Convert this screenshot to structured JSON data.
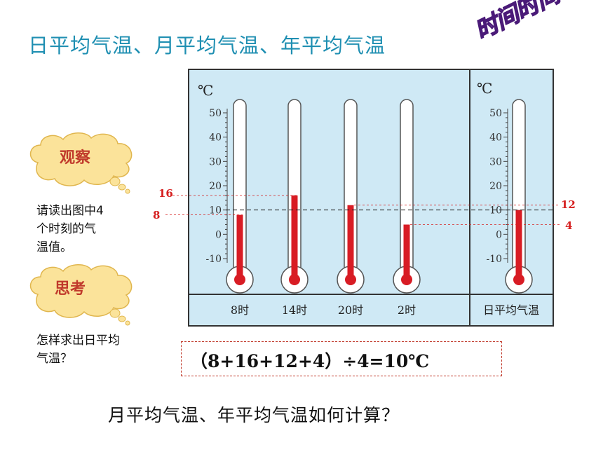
{
  "title": "日平均气温、月平均气温、年平均气温",
  "stamp": "时间时间",
  "clouds": [
    {
      "label": "观察"
    },
    {
      "label": "思考"
    }
  ],
  "observe_text": [
    "请读出图中4",
    "个时刻的气",
    "温值。"
  ],
  "think_text": [
    "怎样求出日平均",
    "气温？"
  ],
  "panel": {
    "unit": "℃",
    "scale_ticks": [
      "50",
      "40",
      "30",
      "20",
      "10",
      "0",
      "-10"
    ],
    "thermometers": [
      {
        "label": "8时",
        "value": 8
      },
      {
        "label": "14时",
        "value": 16
      },
      {
        "label": "20时",
        "value": 12
      },
      {
        "label": "2时",
        "value": 4
      }
    ],
    "average": {
      "label": "日平均气温",
      "value": 10
    },
    "callouts": {
      "left_top": "16",
      "left_bottom": "8",
      "right_top": "12",
      "right_bottom": "4"
    }
  },
  "formula": "（8+16+12+4）÷4=10℃",
  "question": "月平均气温、年平均气温如何计算？",
  "colors": {
    "title": "#1f8fb2",
    "panel_bg": "#cfe9f5",
    "mercury": "#d81c24",
    "callout": "#d62020",
    "cloud": "#fbe39a"
  }
}
